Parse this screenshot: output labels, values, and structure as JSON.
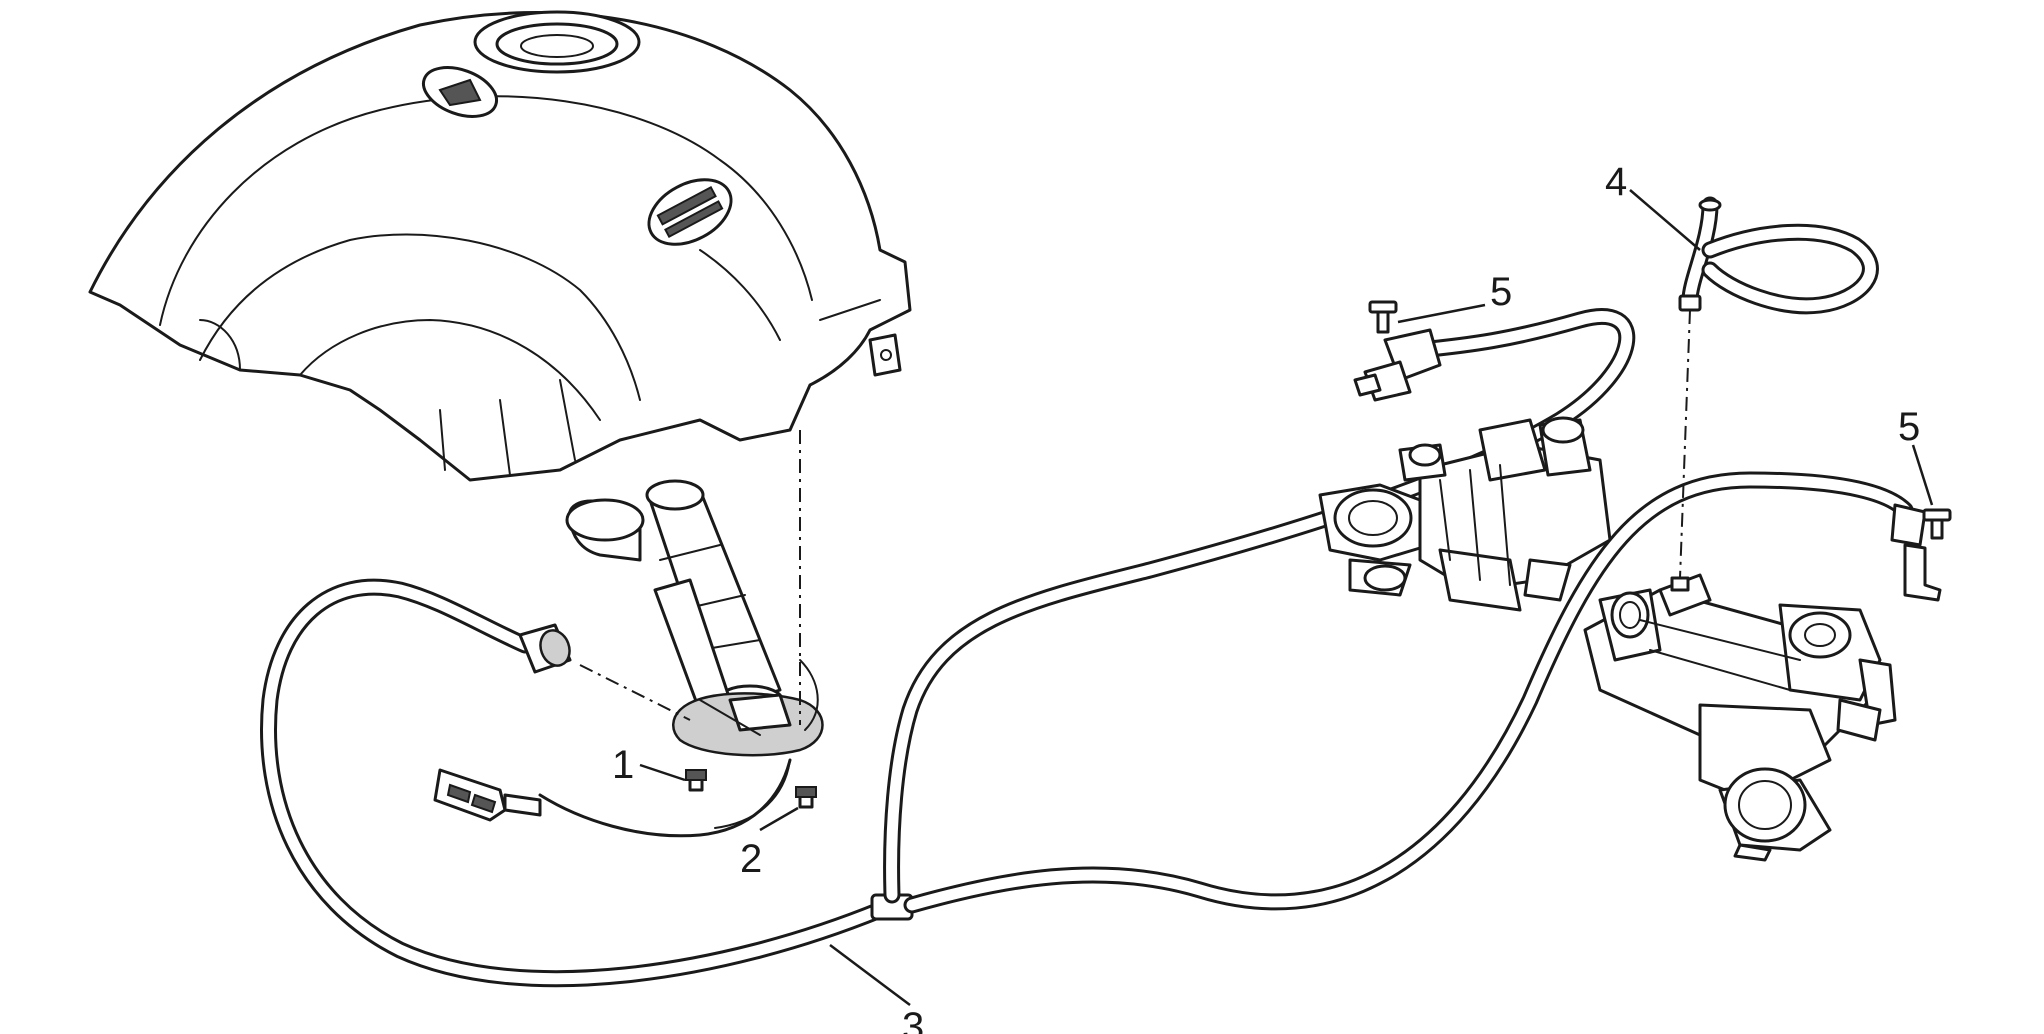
{
  "callouts": [
    {
      "id": "c1",
      "label": "1"
    },
    {
      "id": "c2",
      "label": "2"
    },
    {
      "id": "c3",
      "label": "3"
    },
    {
      "id": "c4",
      "label": "4"
    },
    {
      "id": "c5a",
      "label": "5"
    },
    {
      "id": "c5b",
      "label": "5"
    }
  ]
}
